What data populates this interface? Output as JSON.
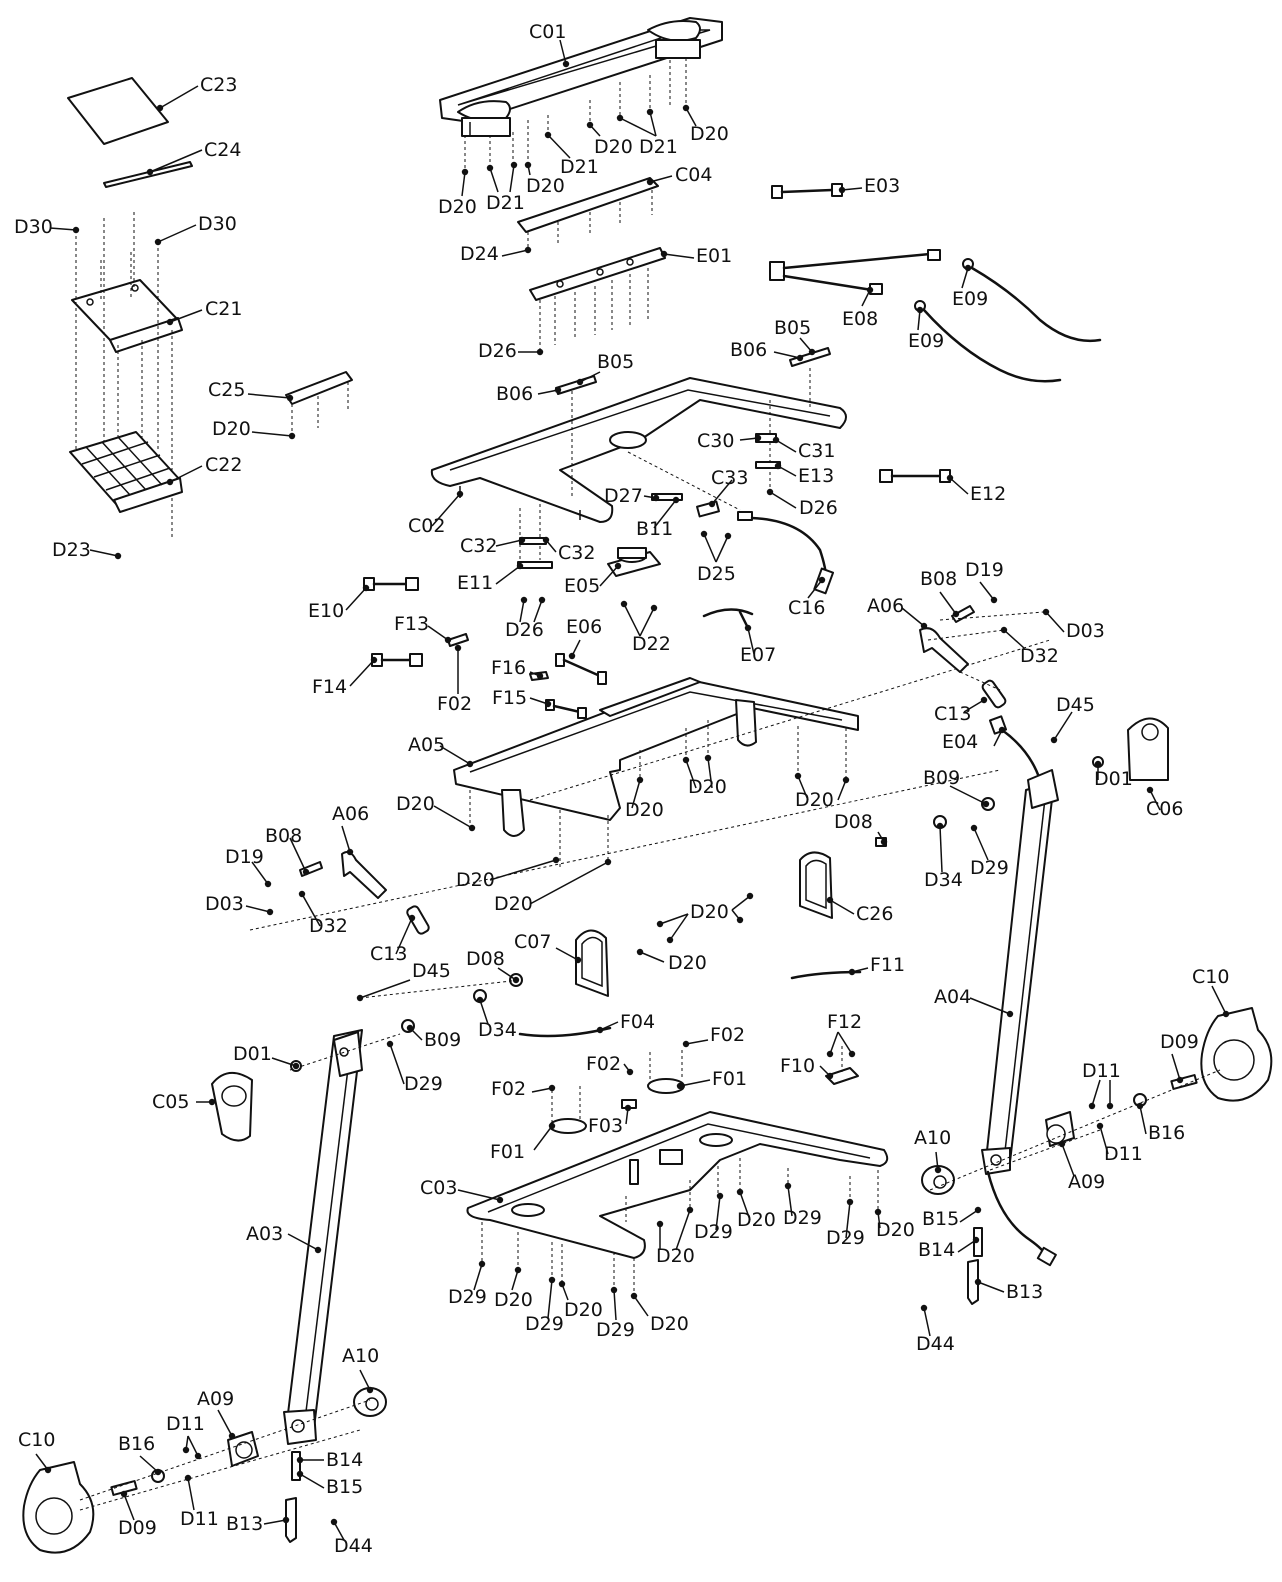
{
  "labels": [
    "C01",
    "C23",
    "C24",
    "D30",
    "D30",
    "C21",
    "C25",
    "D20",
    "C22",
    "D23",
    "D20",
    "D21",
    "D20",
    "D21",
    "D20",
    "D21",
    "D20",
    "C04",
    "D24",
    "E01",
    "D26",
    "E03",
    "E08",
    "E09",
    "E09",
    "B05",
    "B06",
    "B05",
    "B06",
    "C30",
    "C31",
    "E13",
    "C33",
    "D27",
    "B11",
    "D26",
    "E12",
    "C02",
    "C32",
    "C32",
    "E11",
    "E05",
    "D25",
    "C16",
    "D26",
    "D22",
    "E10",
    "F13",
    "F14",
    "F02",
    "E06",
    "F16",
    "F15",
    "E07",
    "A06",
    "B08",
    "D19",
    "D03",
    "D32",
    "C13",
    "D45",
    "E04",
    "A05",
    "D20",
    "D20",
    "D20",
    "D20",
    "D20",
    "D20",
    "B08",
    "A06",
    "D19",
    "D03",
    "D32",
    "C13",
    "D08",
    "B09",
    "D34",
    "D29",
    "D01",
    "C06",
    "C26",
    "D20",
    "D20",
    "C07",
    "F11",
    "D45",
    "D08",
    "D34",
    "B09",
    "F04",
    "D01",
    "D29",
    "C05",
    "F12",
    "F10",
    "F02",
    "F02",
    "F01",
    "F02",
    "F03",
    "F01",
    "A04",
    "C10",
    "D09",
    "D11",
    "D11",
    "B16",
    "A09",
    "A10",
    "B15",
    "C03",
    "D29",
    "D20",
    "D29",
    "D20",
    "D29",
    "D20",
    "B14",
    "D20",
    "D29",
    "D20",
    "D29",
    "D29",
    "D20",
    "B13",
    "D44",
    "A03",
    "A10",
    "A09",
    "D11",
    "C10",
    "B16",
    "D11",
    "B14",
    "B15",
    "D09",
    "B13",
    "D44"
  ],
  "icons": {
    "screw": "screw-icon",
    "cable": "cable-icon",
    "speaker": "speaker-icon"
  }
}
